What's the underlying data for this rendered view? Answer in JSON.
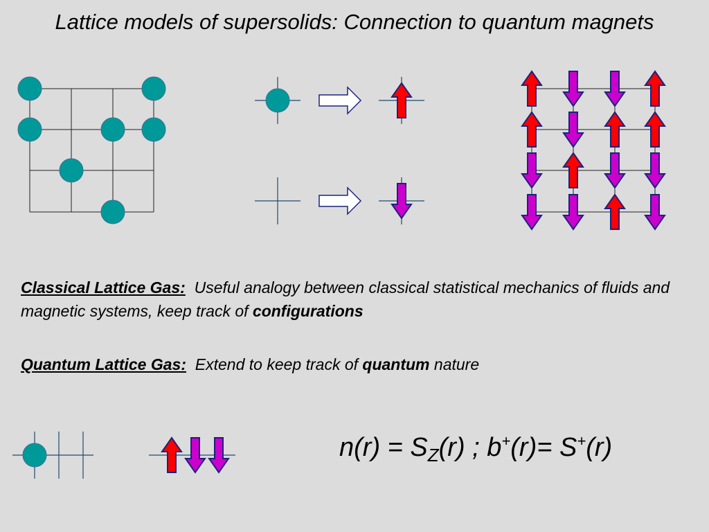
{
  "title": "Lattice models of supersolids: Connection to quantum magnets",
  "classical": {
    "term": "Classical Lattice Gas:",
    "text": "Useful analogy between classical statistical mechanics of fluids and magnetic systems, keep track of",
    "emphasis": "configurations"
  },
  "quantum": {
    "term": "Quantum Lattice Gas:",
    "text_before": "Extend to keep track of",
    "emphasis": "quantum",
    "text_after": "nature"
  },
  "formula": {
    "n_r": "n(r) = S",
    "z": "Z",
    "r_sep": "(r) ; b",
    "plus1": "+",
    "r_eq": "(r)= S",
    "plus2": "+",
    "r_end": "(r)"
  },
  "colors": {
    "particle": "#009999",
    "particle_edge": "#3a6f8f",
    "up_spin": "#ff0000",
    "down_spin": "#cc00cc",
    "arrow_outline": "#1a237e",
    "lattice_line": "#1f4a6e"
  },
  "spin_lattice": [
    [
      "up",
      "down",
      "down",
      "up"
    ],
    [
      "up",
      "down",
      "up",
      "up"
    ],
    [
      "down",
      "up",
      "down",
      "down"
    ],
    [
      "down",
      "down",
      "up",
      "down"
    ]
  ],
  "particle_lattice": [
    [
      1,
      0,
      0,
      1
    ],
    [
      1,
      0,
      1,
      1
    ],
    [
      0,
      1,
      0,
      0
    ],
    [
      0,
      0,
      1,
      0
    ]
  ],
  "bottom_row_spins": [
    "up",
    "down",
    "down"
  ]
}
